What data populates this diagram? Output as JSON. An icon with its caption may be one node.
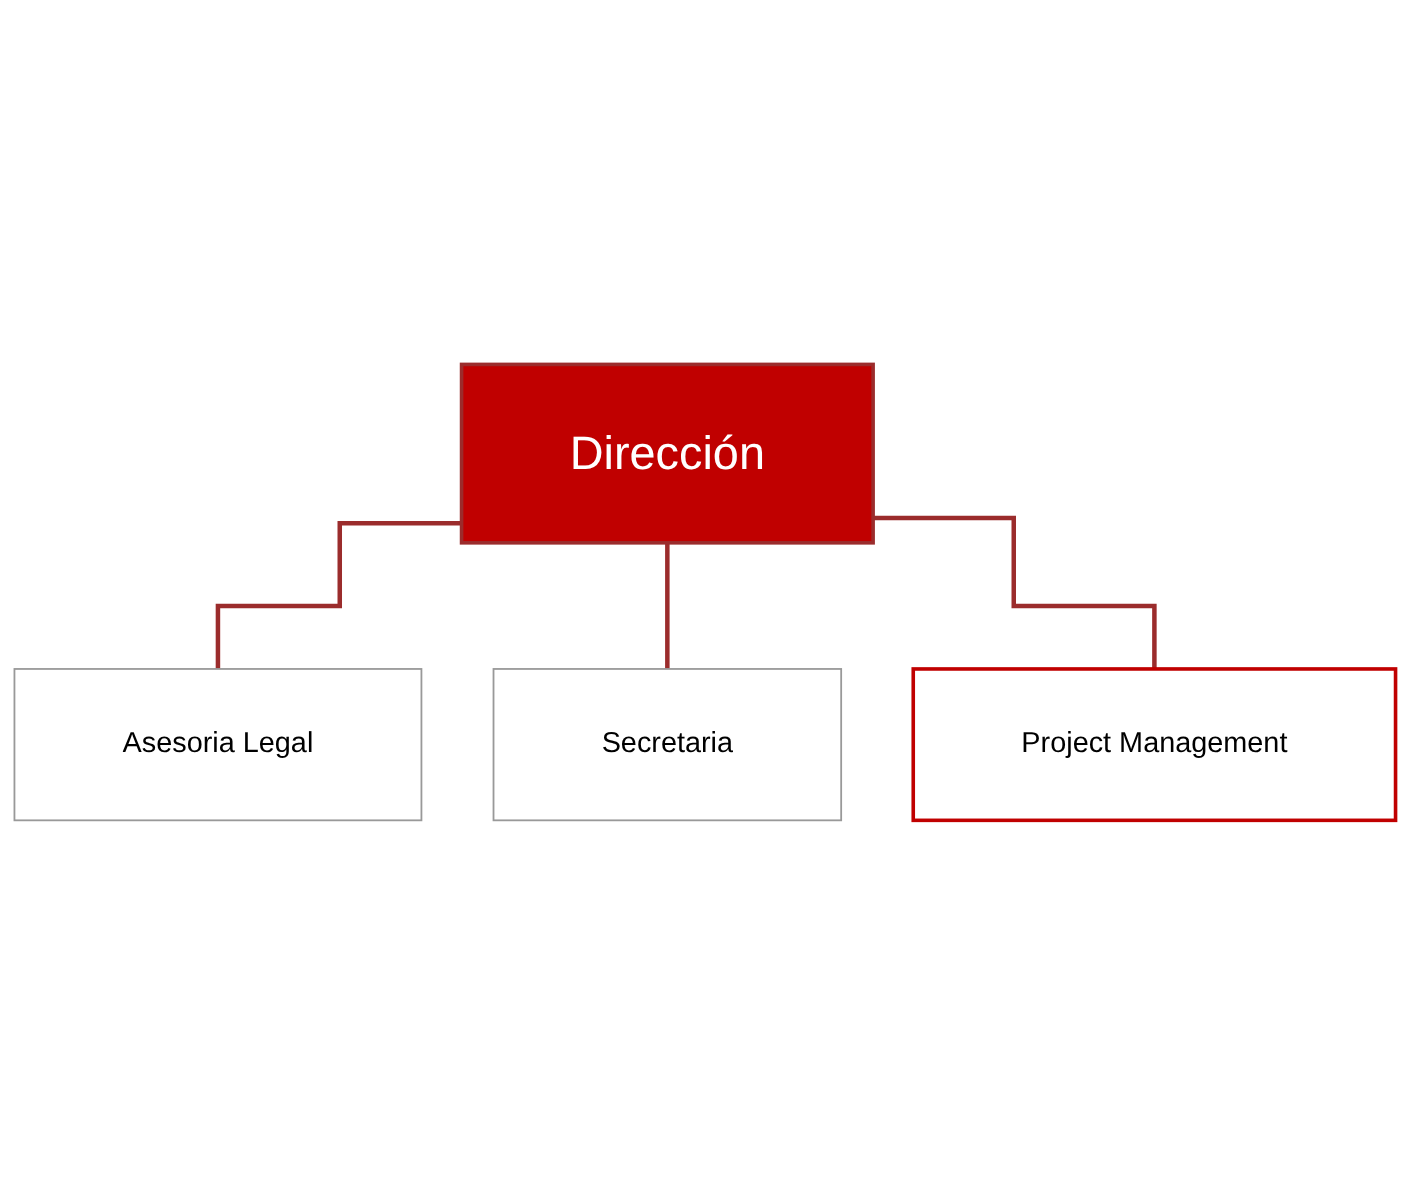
{
  "diagram": {
    "nodes": [
      {
        "text": [
          "Dirección"
        ]
      },
      {
        "text": [
          "Asesoria Legal"
        ]
      },
      {
        "text": [
          "Secretaria"
        ]
      },
      {
        "text": [
          "Project Management"
        ]
      }
    ],
    "edges": [
      {
        "from": 0,
        "to": 1,
        "arrow": "none"
      },
      {
        "from": 0,
        "to": 2,
        "arrow": "none"
      },
      {
        "from": 0,
        "to": 3,
        "arrow": "none"
      }
    ]
  }
}
